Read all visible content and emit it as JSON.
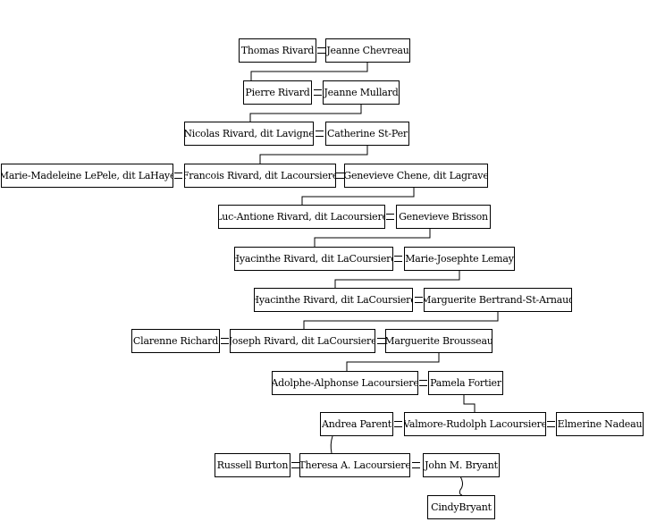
{
  "people": {
    "thomas_rivard": "Thomas Rivard",
    "jeanne_chevreau": "Jeanne Chevreau",
    "pierre_rivard": "Pierre Rivard",
    "jeanne_mullard": "Jeanne Mullard",
    "nicolas_rivard": "Nicolas Rivard, dit Lavigne",
    "catherine_st_per": "Catherine St-Per",
    "marie_madeleine_lepele": "Marie-Madeleine LePele, dit LaHaye",
    "francois_rivard": "Francois Rivard, dit Lacoursiere",
    "genevieve_chene": "Genevieve Chene, dit Lagrave",
    "luc_antione_rivard": "Luc-Antione Rivard, dit Lacoursiere",
    "genevieve_brisson": "Genevieve Brisson",
    "hyacinthe_rivard_1": "Hyacinthe Rivard, dit LaCoursiere",
    "marie_josephte_lemay": "Marie-Josephte Lemay",
    "hyacinthe_rivard_2": "Hyacinthe Rivard, dit LaCoursiere",
    "marguerite_bertrand": "Marguerite Bertrand-St-Arnaud",
    "clarenne_richard": "Clarenne Richard",
    "joseph_rivard": "Joseph Rivard, dit LaCoursiere",
    "marguerite_brousseau": "Marguerite Brousseau",
    "adolphe_alphonse": "Adolphe-Alphonse Lacoursiere",
    "pamela_fortier": "Pamela Fortier",
    "andrea_parent": "Andrea Parent",
    "valmore_rudolph": "Valmore-Rudolph Lacoursiere",
    "elmerine_nadeau": "Elmerine Nadeau",
    "russell_burton": "Russell Burton",
    "theresa_lacoursiere": "Theresa A. Lacoursiere",
    "john_bryant": "John M. Bryant",
    "cindy_bryant": "CindyBryant"
  }
}
